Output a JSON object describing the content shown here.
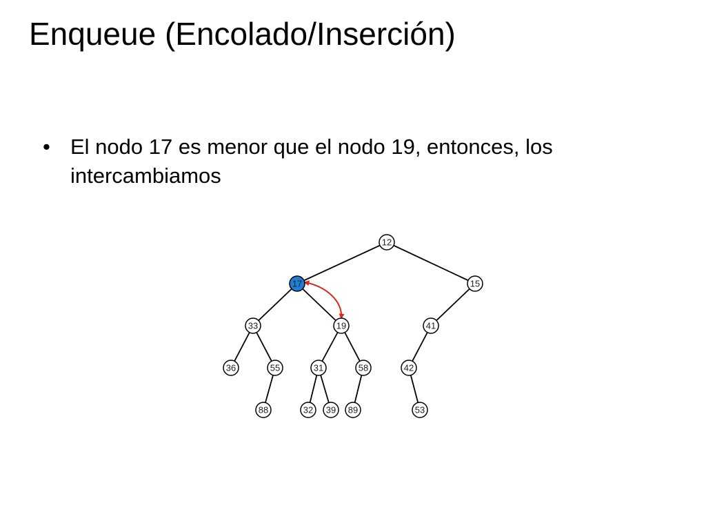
{
  "slide": {
    "title": "Enqueue (Encolado/Inserción)",
    "bullets": [
      {
        "marker": "•",
        "text": "El nodo 17 es menor que el nodo 19, entonces, los intercambiamos"
      }
    ]
  },
  "tree": {
    "edge_color": "#000000",
    "node_fill": "#ffffff",
    "highlight_fill": "#1f7fd6",
    "swap_arrow_color": "#d62a1f",
    "nodes": [
      {
        "id": "n12",
        "label": "12",
        "highlighted": false
      },
      {
        "id": "n17",
        "label": "17",
        "highlighted": true
      },
      {
        "id": "n15",
        "label": "15",
        "highlighted": false
      },
      {
        "id": "n33",
        "label": "33",
        "highlighted": false
      },
      {
        "id": "n19",
        "label": "19",
        "highlighted": false
      },
      {
        "id": "n41",
        "label": "41",
        "highlighted": false
      },
      {
        "id": "n36",
        "label": "36",
        "highlighted": false
      },
      {
        "id": "n55",
        "label": "55",
        "highlighted": false
      },
      {
        "id": "n31",
        "label": "31",
        "highlighted": false
      },
      {
        "id": "n58",
        "label": "58",
        "highlighted": false
      },
      {
        "id": "n42",
        "label": "42",
        "highlighted": false
      },
      {
        "id": "n88",
        "label": "88",
        "highlighted": false
      },
      {
        "id": "n32",
        "label": "32",
        "highlighted": false
      },
      {
        "id": "n39",
        "label": "39",
        "highlighted": false
      },
      {
        "id": "n89",
        "label": "89",
        "highlighted": false
      },
      {
        "id": "n53",
        "label": "53",
        "highlighted": false
      }
    ],
    "edges": [
      [
        "n12",
        "n17"
      ],
      [
        "n12",
        "n15"
      ],
      [
        "n17",
        "n33"
      ],
      [
        "n17",
        "n19"
      ],
      [
        "n15",
        "n41"
      ],
      [
        "n33",
        "n36"
      ],
      [
        "n33",
        "n55"
      ],
      [
        "n19",
        "n31"
      ],
      [
        "n19",
        "n58"
      ],
      [
        "n41",
        "n42"
      ],
      [
        "n55",
        "n88"
      ],
      [
        "n31",
        "n32"
      ],
      [
        "n31",
        "n39"
      ],
      [
        "n58",
        "n89"
      ],
      [
        "n42",
        "n53"
      ]
    ],
    "swap": [
      "n17",
      "n19"
    ]
  }
}
